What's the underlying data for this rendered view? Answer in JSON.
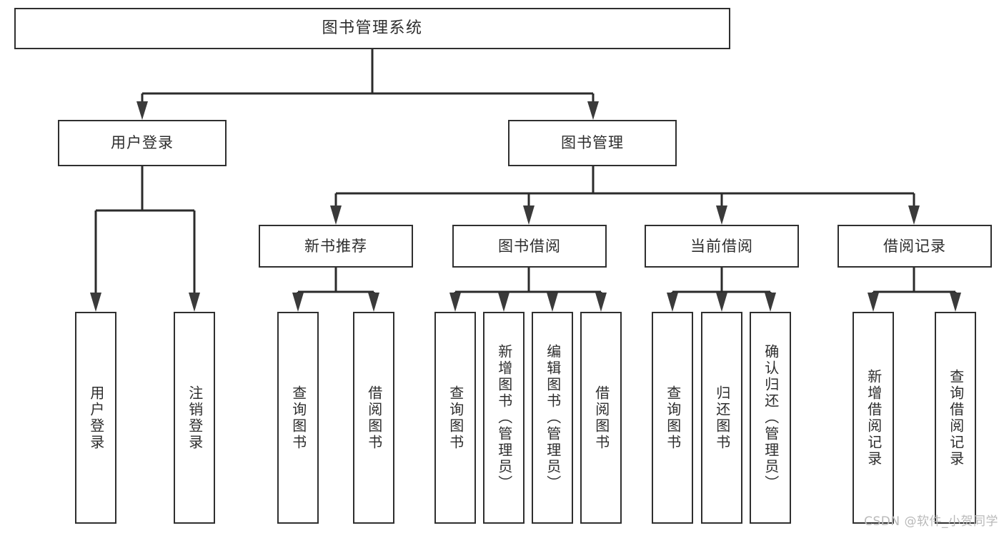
{
  "diagram": {
    "title": "图书管理系统",
    "type": "tree",
    "watermark": "CSDN @软件_小贺同学",
    "colors": {
      "box_border": "#2f2f2f",
      "box_fill": "#ffffff",
      "connector": "#2b2b2b",
      "text": "#2d2d2d",
      "watermark": "#b9b9b9",
      "background": "#ffffff"
    }
  },
  "root": {
    "label": "图书管理系统"
  },
  "level2": [
    {
      "id": "user-login",
      "label": "用户登录"
    },
    {
      "id": "book-management",
      "label": "图书管理"
    }
  ],
  "level3": [
    {
      "id": "new-book-recommend",
      "label": "新书推荐",
      "parent": "book-management"
    },
    {
      "id": "book-borrow",
      "label": "图书借阅",
      "parent": "book-management"
    },
    {
      "id": "current-borrow",
      "label": "当前借阅",
      "parent": "book-management"
    },
    {
      "id": "borrow-record",
      "label": "借阅记录",
      "parent": "book-management"
    }
  ],
  "leaves": {
    "user-login": [
      {
        "id": "leaf-user-login",
        "label": "用户登录"
      },
      {
        "id": "leaf-logout",
        "label": "注销登录"
      }
    ],
    "new-book-recommend": [
      {
        "id": "leaf-query-book-1",
        "label": "查询图书"
      },
      {
        "id": "leaf-borrow-book-1",
        "label": "借阅图书"
      }
    ],
    "book-borrow": [
      {
        "id": "leaf-query-book-2",
        "label": "查询图书"
      },
      {
        "id": "leaf-add-book",
        "label": "新增图书（管理员）"
      },
      {
        "id": "leaf-edit-book",
        "label": "编辑图书（管理员）"
      },
      {
        "id": "leaf-borrow-book-2",
        "label": "借阅图书"
      }
    ],
    "current-borrow": [
      {
        "id": "leaf-query-book-3",
        "label": "查询图书"
      },
      {
        "id": "leaf-return-book",
        "label": "归还图书"
      },
      {
        "id": "leaf-confirm-return",
        "label": "确认归还（管理员）"
      }
    ],
    "borrow-record": [
      {
        "id": "leaf-add-record",
        "label": "新增借阅记录"
      },
      {
        "id": "leaf-query-record",
        "label": "查询借阅记录"
      }
    ]
  }
}
